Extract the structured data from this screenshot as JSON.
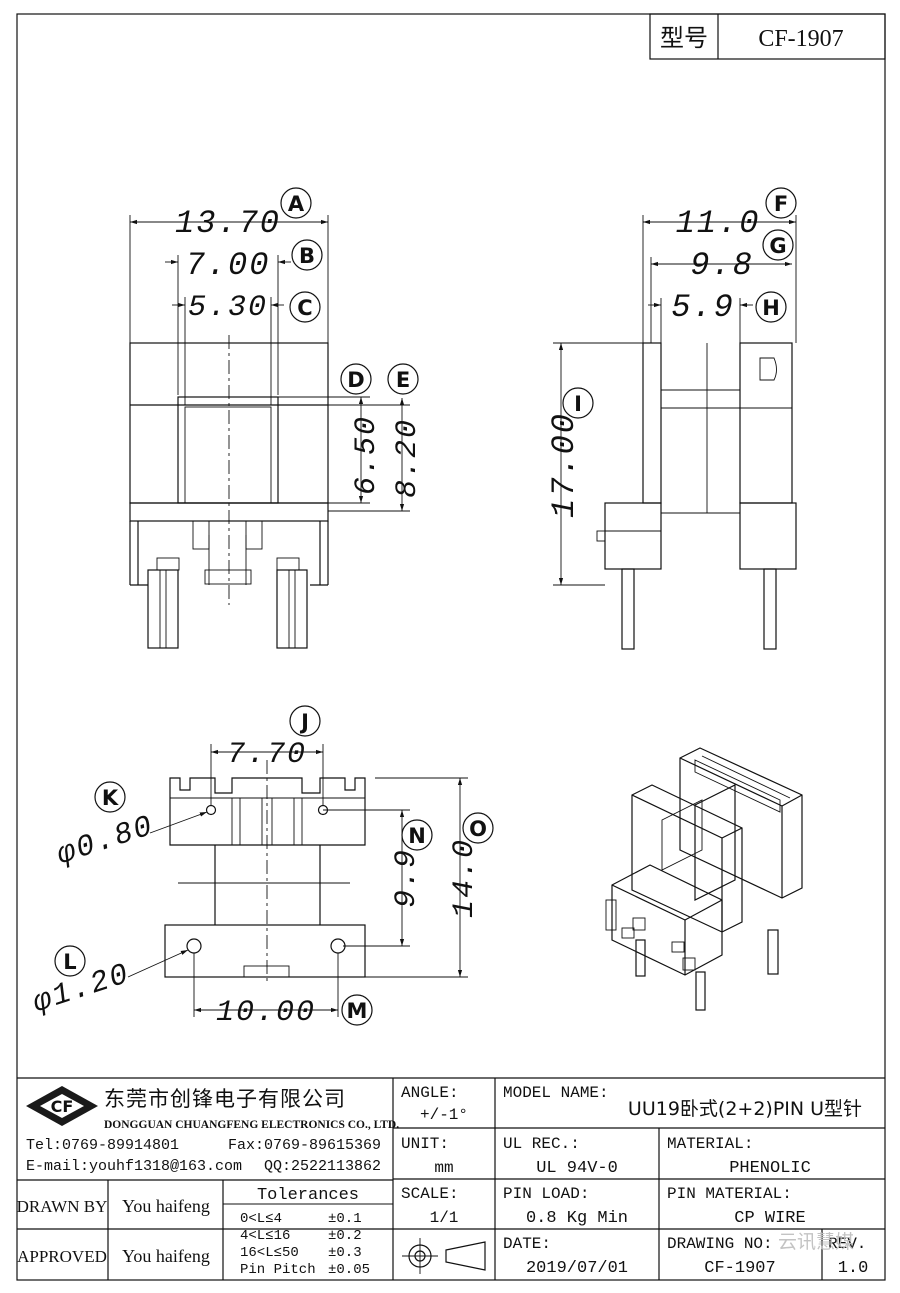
{
  "header": {
    "type_label": "型号",
    "type_value": "CF-1907"
  },
  "dimensions": {
    "front": {
      "a": {
        "value": "13.70",
        "tag": "A"
      },
      "b": {
        "value": "7.00",
        "tag": "B"
      },
      "c": {
        "value": "5.30",
        "tag": "C"
      },
      "d": {
        "value": "6.50",
        "tag": "D"
      },
      "e": {
        "value": "8.20",
        "tag": "E"
      }
    },
    "side": {
      "f": {
        "value": "11.0",
        "tag": "F"
      },
      "g": {
        "value": "9.8",
        "tag": "G"
      },
      "h": {
        "value": "5.9",
        "tag": "H"
      },
      "i": {
        "value": "17.00",
        "tag": "I"
      }
    },
    "bottom": {
      "j": {
        "value": "7.70",
        "tag": "J"
      },
      "k": {
        "value": "φ0.80",
        "tag": "K"
      },
      "l": {
        "value": "φ1.20",
        "tag": "L"
      },
      "m": {
        "value": "10.00",
        "tag": "M"
      },
      "n": {
        "value": "9.9",
        "tag": "N"
      },
      "o": {
        "value": "14.0",
        "tag": "O"
      }
    }
  },
  "title_block": {
    "company_cn": "东莞市创锋电子有限公司",
    "company_en": "DONGGUAN CHUANGFENG ELECTRONICS CO., LTD.",
    "logo_text": "CF",
    "tel": "Tel:0769-89914801",
    "fax": "Fax:0769-89615369",
    "email": "E-mail:youhf1318@163.com",
    "qq": "QQ:2522113862",
    "drawn_by_label": "DRAWN BY",
    "drawn_by": "You haifeng",
    "approved_label": "APPROVED",
    "approved_by": "You haifeng",
    "tolerances_label": "Tolerances",
    "tolerances": [
      {
        "range": "0<L≤4",
        "tol": "±0.1"
      },
      {
        "range": "4<L≤16",
        "tol": "±0.2"
      },
      {
        "range": "16<L≤50",
        "tol": "±0.3"
      },
      {
        "range": "Pin Pitch",
        "tol": "±0.05"
      }
    ],
    "angle_label": "ANGLE:",
    "angle_value": "+/-1°",
    "unit_label": "UNIT:",
    "unit_value": "mm",
    "scale_label": "SCALE:",
    "scale_value": "1/1",
    "model_name_label": "MODEL NAME:",
    "model_name": "UU19卧式(2+2)PIN U型针",
    "ul_rec_label": "UL REC.:",
    "ul_rec": "UL 94V-0",
    "material_label": "MATERIAL:",
    "material": "PHENOLIC",
    "pin_load_label": "PIN LOAD:",
    "pin_load": "0.8 Kg Min",
    "pin_material_label": "PIN MATERIAL:",
    "pin_material": "CP WIRE",
    "date_label": "DATE:",
    "date": "2019/07/01",
    "drawing_no_label": "DRAWING NO:",
    "drawing_no": "CF-1907",
    "rev_label": "REV.",
    "rev": "1.0",
    "watermark": "云讯慧媒"
  }
}
